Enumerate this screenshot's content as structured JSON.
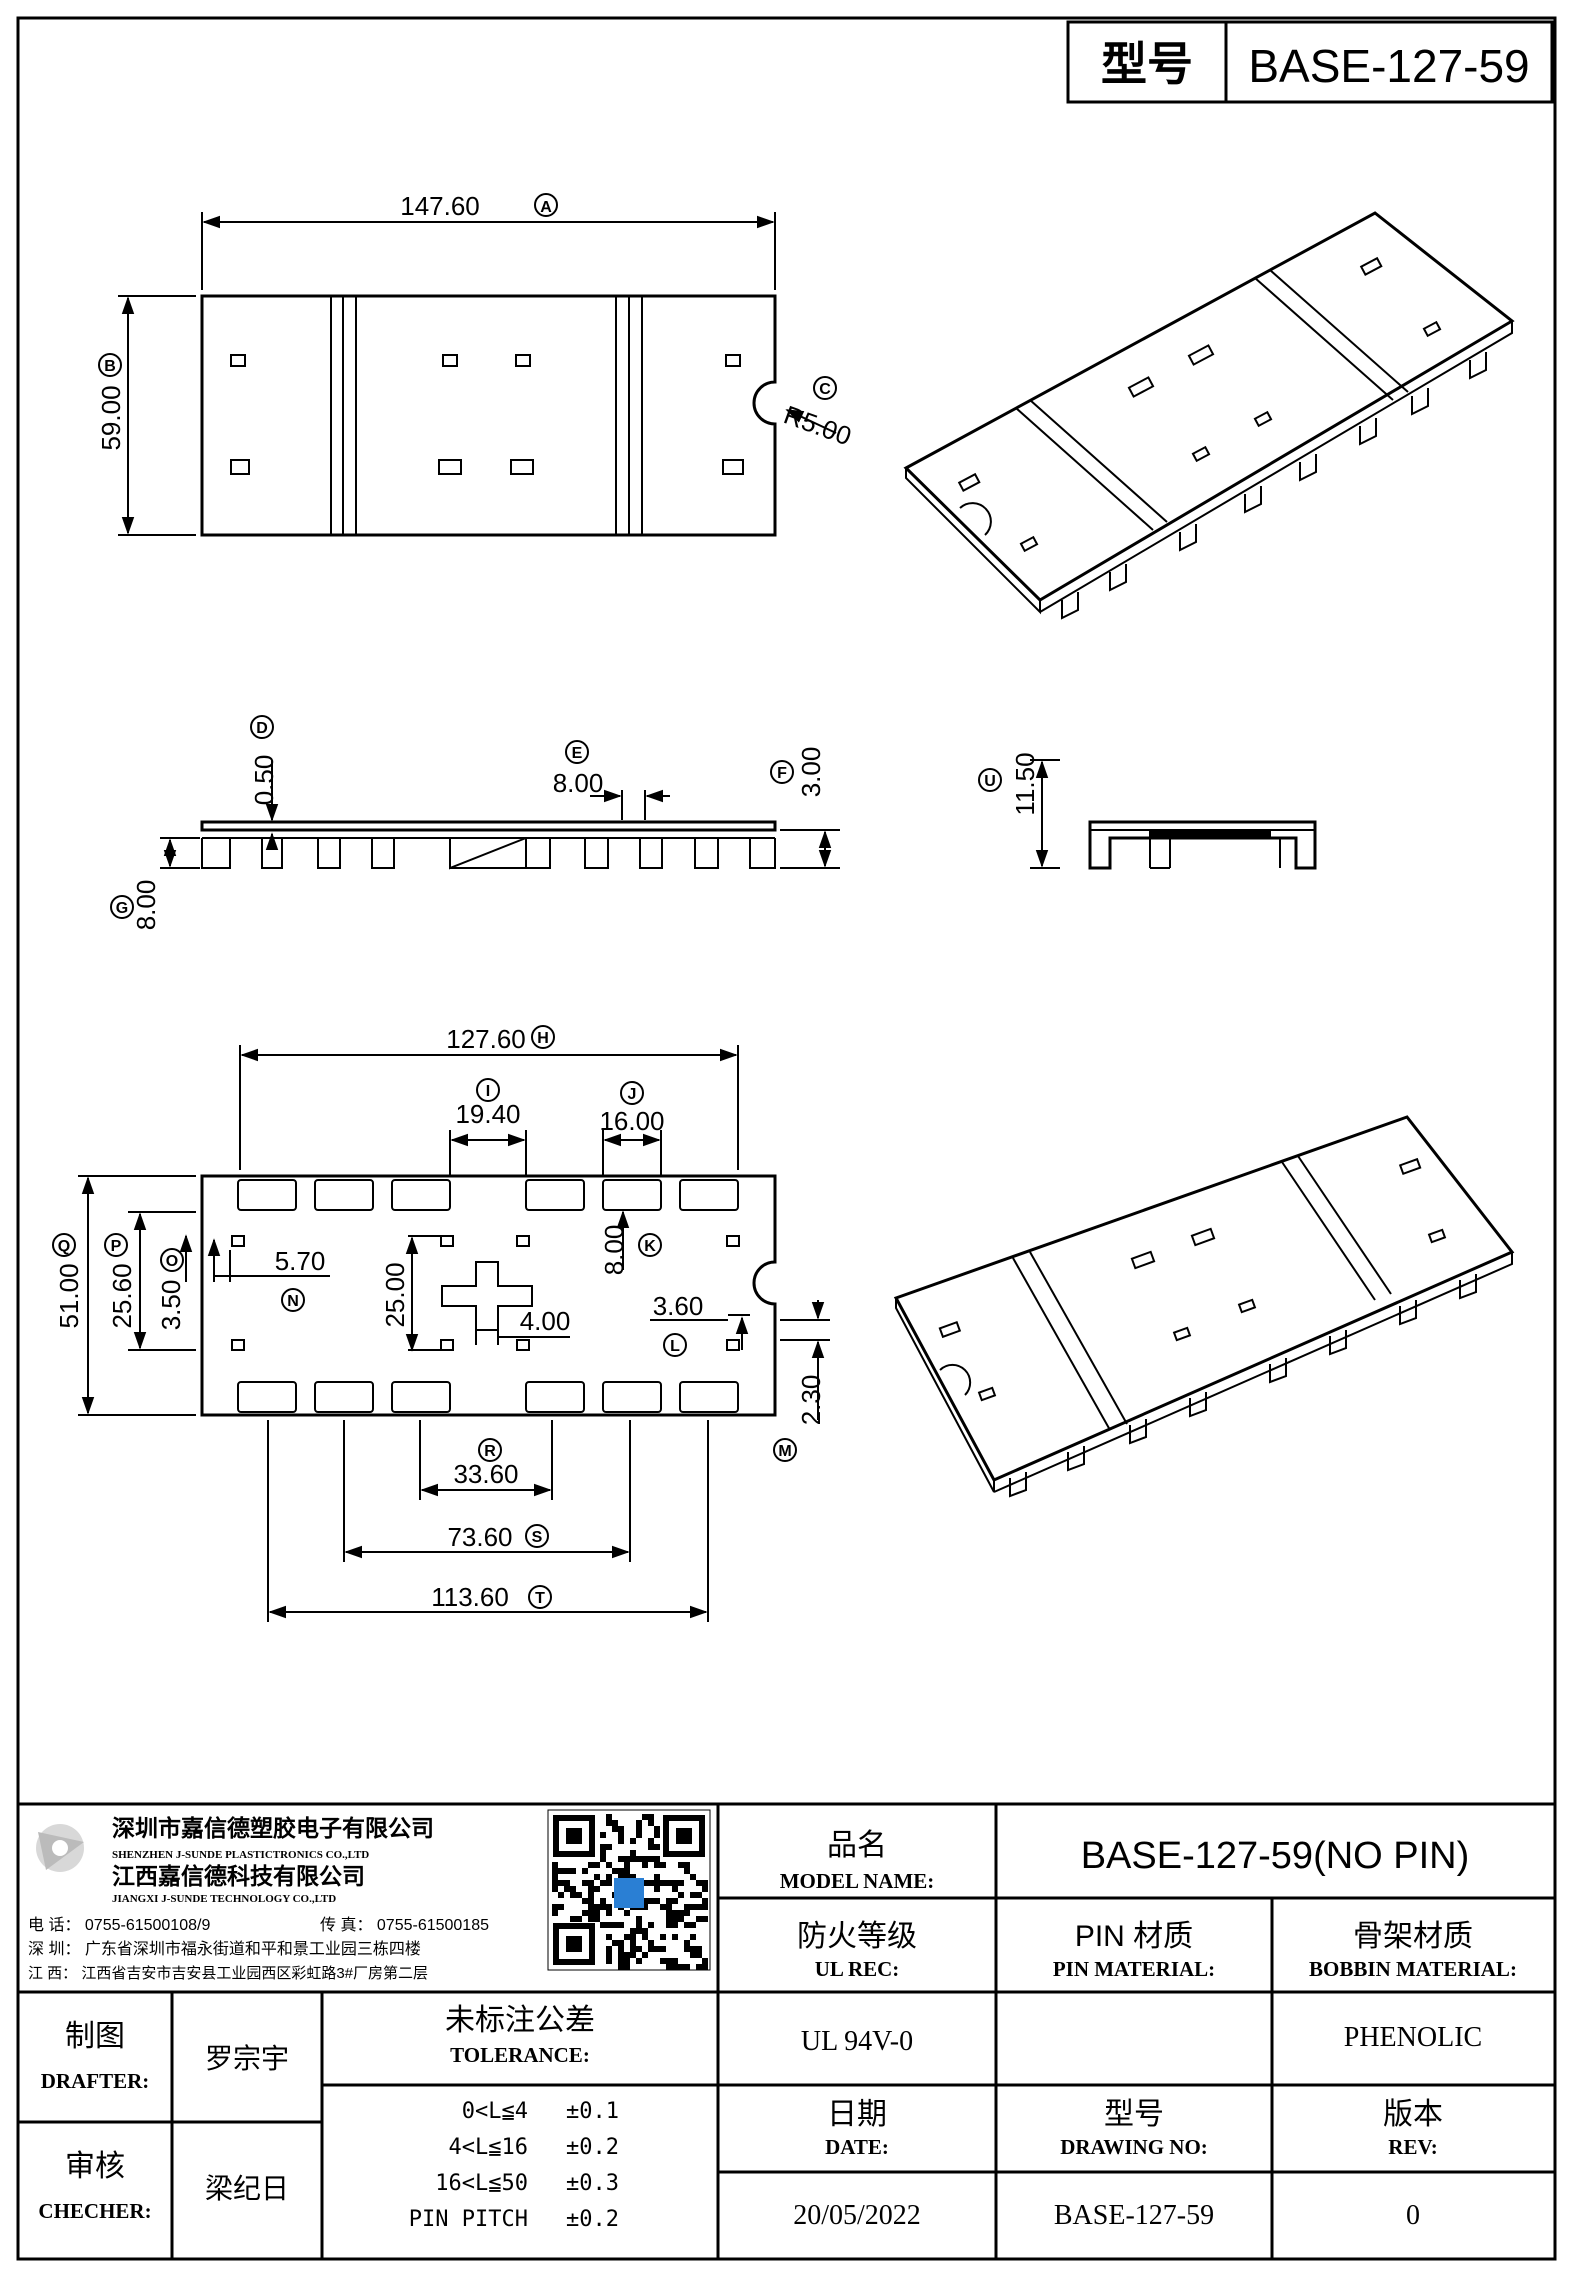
{
  "header": {
    "model_label": "型号",
    "model_value": "BASE-127-59"
  },
  "drawing": {
    "top_view": {
      "width": "147.60",
      "width_ref": "A",
      "height": "59.00",
      "height_ref": "B",
      "notch": "R5.00",
      "notch_ref": "C"
    },
    "side_view": {
      "d_ref": "D",
      "d_val": "0.50",
      "e_ref": "E",
      "e_val": "8.00",
      "f_ref": "F",
      "f_val": "3.00",
      "g_ref": "G",
      "g_val": "8.00"
    },
    "end_view": {
      "u_ref": "U",
      "u_val": "11.50"
    },
    "bottom_view": {
      "h_ref": "H",
      "h_val": "127.60",
      "i_ref": "I",
      "i_val": "19.40",
      "j_ref": "J",
      "j_val": "16.00",
      "k_ref": "K",
      "k_val": "8.00",
      "n_ref": "N",
      "n_val": "5.70",
      "o_ref": "O",
      "o_val": "3.50",
      "p_ref": "P",
      "p_val": "25.60",
      "q_ref": "Q",
      "q_val": "51.00",
      "cross_h": "25.00",
      "cross_w": "4.00",
      "l_ref": "L",
      "l_val": "3.60",
      "m_ref": "M",
      "m_val": "2.30",
      "r_ref": "R",
      "r_val": "33.60",
      "s_ref": "S",
      "s_val": "73.60",
      "t_ref": "T",
      "t_val": "113.60"
    }
  },
  "company": {
    "name_cn_1": "深圳市嘉信德塑胶电子有限公司",
    "name_en_1": "SHENZHEN J-SUNDE PLASTICTRONICS CO.,LTD",
    "name_cn_2": "江西嘉信德科技有限公司",
    "name_en_2": "JIANGXI J-SUNDE TECHNOLOGY CO.,LTD",
    "phone": "电 话： 0755-61500108/9",
    "fax": "传 真： 0755-61500185",
    "addr_sz": "深 圳： 广东省深圳市福永街道和平和景工业园三栋四楼",
    "addr_jx": "江 西： 江西省吉安市吉安县工业园西区彩虹路3#厂房第二层"
  },
  "title_block": {
    "model_name_cn": "品名",
    "model_name_en": "MODEL NAME:",
    "model_name_value": "BASE-127-59(NO PIN)",
    "ul_cn": "防火等级",
    "ul_en": "UL REC:",
    "ul_value": "UL 94V-0",
    "pin_cn": "PIN 材质",
    "pin_en": "PIN MATERIAL:",
    "pin_value": "",
    "bobbin_cn": "骨架材质",
    "bobbin_en": "BOBBIN MATERIAL:",
    "bobbin_value": "PHENOLIC",
    "drafter_cn": "制图",
    "drafter_en": "DRAFTER:",
    "drafter_value": "罗宗宇",
    "checker_cn": "审核",
    "checker_en": "CHECHER:",
    "checker_value": "梁纪日",
    "tolerance_cn": "未标注公差",
    "tolerance_en": "TOLERANCE:",
    "tolerances": [
      {
        "range": "0<L≦4",
        "value": "±0.1"
      },
      {
        "range": "4<L≦16",
        "value": "±0.2"
      },
      {
        "range": "16<L≦50",
        "value": "±0.3"
      },
      {
        "range": "PIN PITCH",
        "value": "±0.2"
      }
    ],
    "date_cn": "日期",
    "date_en": "DATE:",
    "date_value": "20/05/2022",
    "dwg_cn": "型号",
    "dwg_en": "DRAWING NO:",
    "dwg_value": "BASE-127-59",
    "rev_cn": "版本",
    "rev_en": "REV:",
    "rev_value": "0"
  }
}
